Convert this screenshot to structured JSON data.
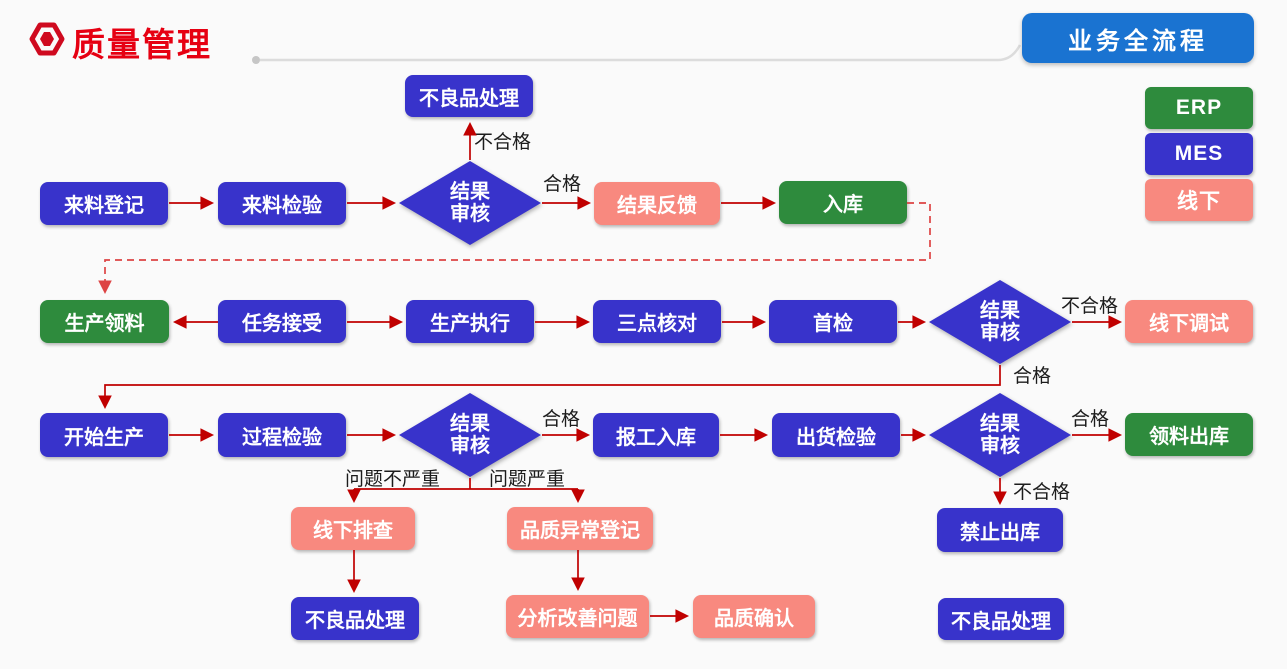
{
  "header": {
    "title": "质量管理",
    "button_label": "业务全流程"
  },
  "legend": {
    "items": [
      {
        "label": "ERP",
        "color": "#2e8b3d"
      },
      {
        "label": "MES",
        "color": "#3833cb"
      },
      {
        "label": "线下",
        "color": "#f8897f"
      }
    ]
  },
  "edge_labels": {
    "pass": "合格",
    "fail": "不合格",
    "minor": "问题不严重",
    "major": "问题严重"
  },
  "nodes": {
    "defect_top": "不良品处理",
    "incoming_register": "来料登记",
    "incoming_inspect": "来料检验",
    "review1": "结果审核",
    "result_feedback": "结果反馈",
    "warehouse_in": "入库",
    "production_pick": "生产领料",
    "task_accept": "任务接受",
    "production_exec": "生产执行",
    "three_point_check": "三点核对",
    "first_inspect": "首检",
    "review2": "结果审核",
    "offline_debug": "线下调试",
    "start_production": "开始生产",
    "process_inspect": "过程检验",
    "review3": "结果审核",
    "report_warehouse_in": "报工入库",
    "shipment_inspect": "出货检验",
    "review4": "结果审核",
    "pick_out": "领料出库",
    "forbid_out": "禁止出库",
    "offline_troubleshoot": "线下排查",
    "defect_bottom_left": "不良品处理",
    "quality_abnormal_register": "品质异常登记",
    "analyze_improve": "分析改善问题",
    "quality_confirm": "品质确认",
    "defect_bottom_right": "不良品处理"
  },
  "colors": {
    "erp": "#2e8b3d",
    "mes": "#3833cb",
    "offline": "#f8897f",
    "arrow": "#c00000",
    "dashed": "#dd4444",
    "title": "#e60012",
    "button": "#1a73d1"
  }
}
